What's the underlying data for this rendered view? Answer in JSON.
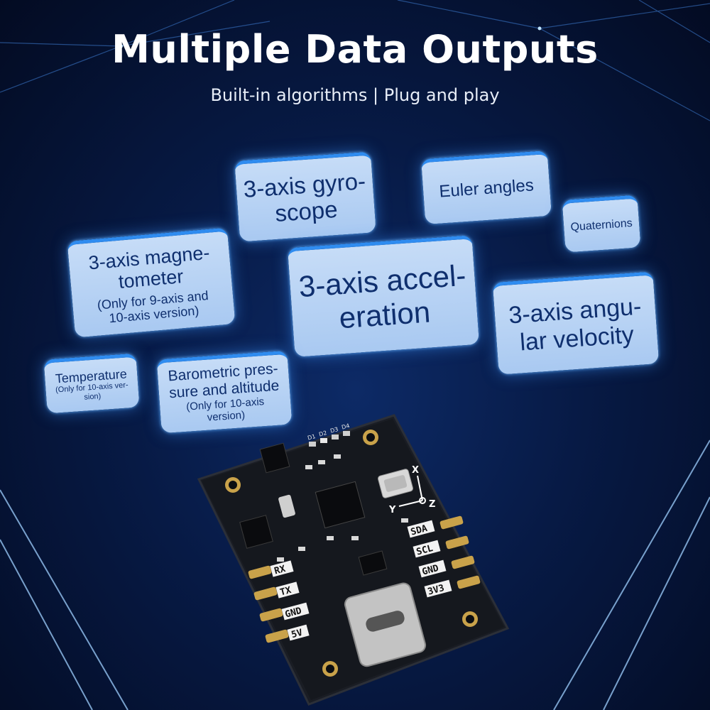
{
  "header": {
    "title": "Multiple Data Outputs",
    "subtitle": "Built-in algorithms | Plug and play"
  },
  "features": [
    {
      "main_1": "3-axis gyro-",
      "main_2": "scope"
    },
    {
      "main_1": "Euler angles"
    },
    {
      "main_1": "Quaternions"
    },
    {
      "main_1": "3-axis magne-",
      "main_2": "tometer",
      "note_1": "(Only for 9-axis and",
      "note_2": "10-axis version)"
    },
    {
      "main_1": "3-axis accel-",
      "main_2": "eration"
    },
    {
      "main_1": "3-axis angu-",
      "main_2": "lar velocity"
    },
    {
      "main_1": "Temperature",
      "note_1": "(Only for 10-axis ver-",
      "note_2": "sion)"
    },
    {
      "main_1": "Barometric pres-",
      "main_2": "sure and altitude",
      "note_1": "(Only for 10-axis",
      "note_2": "version)"
    }
  ],
  "board": {
    "pins_left": [
      "RX",
      "TX",
      "GND",
      "5V"
    ],
    "pins_right": [
      "SDA",
      "SCL",
      "GND",
      "3V3"
    ],
    "leds": [
      "D1",
      "D2",
      "D3",
      "D4"
    ],
    "axes": [
      "X",
      "Y",
      "Z"
    ]
  }
}
